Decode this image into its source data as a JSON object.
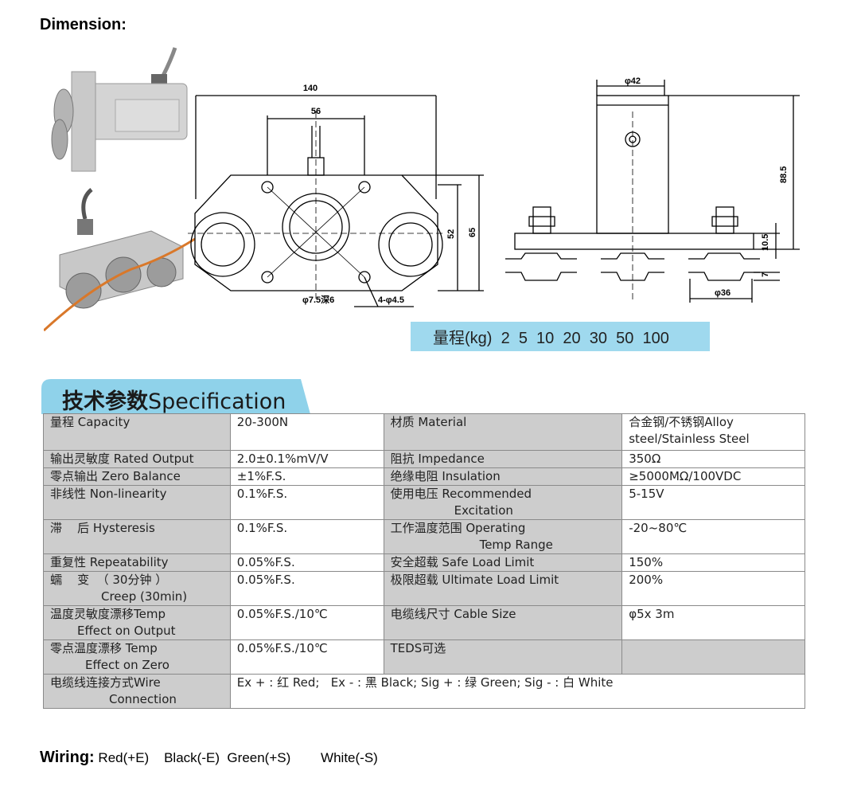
{
  "dimension_heading": "Dimension:",
  "drawing": {
    "width_140": "140",
    "width_56": "56",
    "height_52": "52",
    "height_65": "65",
    "hole_center": "φ7.5深6",
    "hole_mount": "4-φ4.5",
    "side_top": "φ42",
    "side_height": "88.5",
    "side_thick": "10.5",
    "side_7": "7",
    "side_bottom": "φ36"
  },
  "range": {
    "label": "量程(kg)",
    "values": "2  5  10  20  30  50  100"
  },
  "spec": {
    "title_cn": "技术参数",
    "title_en": "Specification",
    "rows": [
      {
        "k1": "量程 Capacity",
        "v1": "20-300N",
        "k2": "材质 Material",
        "v2a": "合金钢/不锈钢Alloy",
        "v2b": "steel/Stainless Steel"
      },
      {
        "k1": "输出灵敏度 Rated Output",
        "v1": "2.0±0.1%mV/V",
        "k2": "阻抗 Impedance",
        "v2": "350Ω"
      },
      {
        "k1": "零点输出  Zero Balance",
        "v1": "±1%F.S.",
        "k2": "绝缘电阻  Insulation",
        "v2": "≥5000MΩ/100VDC"
      },
      {
        "k1": "非线性 Non-linearity",
        "v1": "0.1%F.S.",
        "k2a": "使用电压  Recommended",
        "k2b": "Excitation",
        "v2": "5-15V"
      },
      {
        "k1": "滞    后 Hysteresis",
        "v1": "0.1%F.S.",
        "k2a": "工作温度范围 Operating",
        "k2b": "Temp Range",
        "v2": "-20~80℃"
      },
      {
        "k1": "重复性 Repeatability",
        "v1": "0.05%F.S.",
        "k2": "安全超载 Safe Load Limit",
        "v2": "150%"
      },
      {
        "k1a": "蠕    变  （ 30分钟 ）",
        "k1b": "Creep (30min)",
        "v1": "0.05%F.S.",
        "k2": "极限超载 Ultimate Load Limit",
        "v2": "200%"
      },
      {
        "k1a": "温度灵敏度漂移Temp",
        "k1b": "Effect on Output",
        "v1": "0.05%F.S./10℃",
        "k2": "电缆线尺寸 Cable Size",
        "v2": "φ5x 3m"
      },
      {
        "k1a": "零点温度漂移 Temp",
        "k1b": "Effect on Zero",
        "v1": "0.05%F.S./10℃",
        "k2": "TEDS可选",
        "v2": ""
      },
      {
        "k1a": "电缆线连接方式Wire",
        "k1b": "Connection",
        "wide": "Ex + : 红 Red;   Ex - : 黑 Black; Sig + : 绿 Green; Sig - : 白 White"
      }
    ]
  },
  "wiring": {
    "label": "Wiring:",
    "text": " Red(+E)    Black(-E)  Green(+S)        White(-S)"
  },
  "colors": {
    "band": "#9fd9ee",
    "tab": "#8fd2ea",
    "cell_gray": "#cdcdcd",
    "cable": "#d9782a"
  }
}
